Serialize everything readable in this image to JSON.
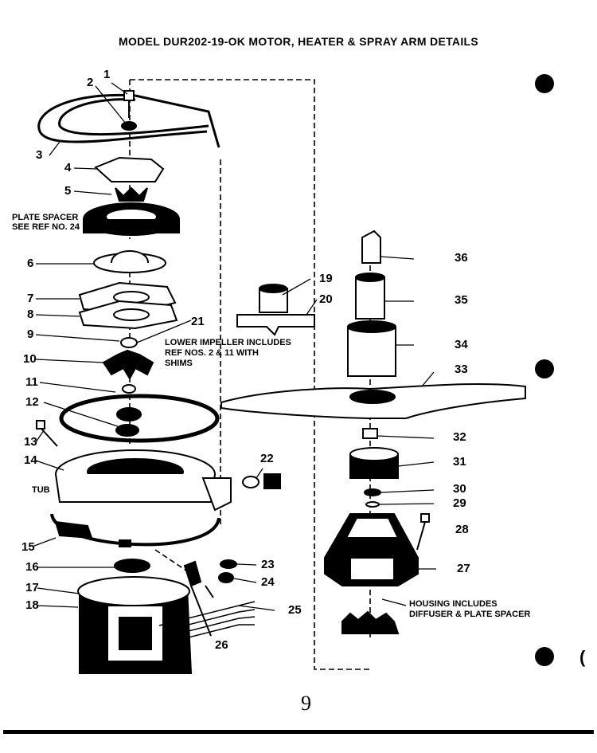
{
  "title": "MODEL DUR202-19-OK MOTOR, HEATER & SPRAY ARM DETAILS",
  "part_numbers": [
    "1",
    "2",
    "3",
    "4",
    "5",
    "6",
    "7",
    "8",
    "9",
    "10",
    "11",
    "12",
    "13",
    "14",
    "15",
    "16",
    "17",
    "18",
    "19",
    "20",
    "21",
    "22",
    "23",
    "24",
    "25",
    "26",
    "27",
    "28",
    "29",
    "30",
    "31",
    "32",
    "33",
    "34",
    "35",
    "36"
  ],
  "notes": {
    "plate_spacer_1": "PLATE SPACER",
    "plate_spacer_2": "SEE REF NO. 24",
    "lower_impeller_1": "LOWER IMPELLER INCLUDES",
    "lower_impeller_2": "REF NOS. 2  &  11   WITH",
    "lower_impeller_3": "SHIMS",
    "tub": "TUB",
    "housing_1": "HOUSING INCLUDES",
    "housing_2": "DIFFUSER & PLATE SPACER"
  },
  "page_mark": "9",
  "edge_mark": "("
}
